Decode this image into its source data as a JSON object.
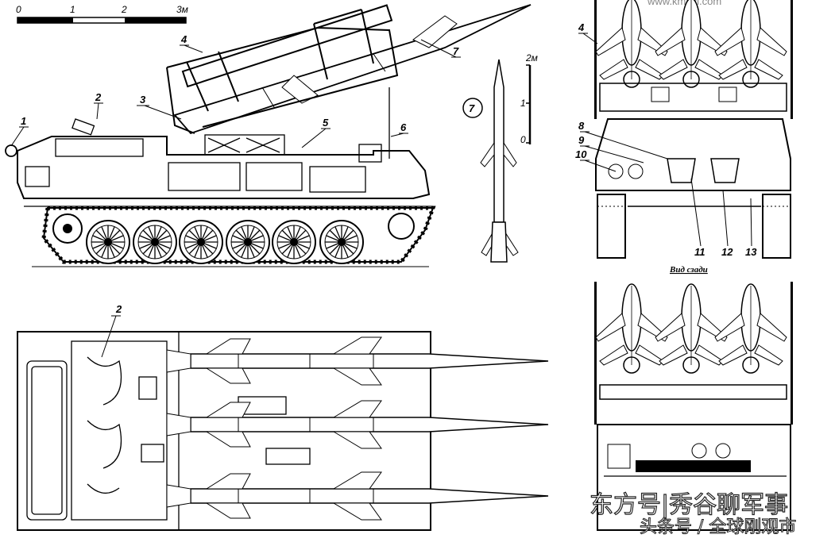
{
  "scale_bar": {
    "ticks": [
      "0",
      "1",
      "2",
      "3м"
    ]
  },
  "missile_scale": {
    "ticks": [
      "2м",
      "1",
      "0"
    ]
  },
  "callouts": {
    "side": [
      "1",
      "2",
      "3",
      "4",
      "5",
      "6",
      "7"
    ],
    "rear": [
      "4",
      "8",
      "9",
      "10",
      "11",
      "12",
      "13"
    ],
    "top": [
      "2"
    ],
    "missile": "7"
  },
  "rear_view_caption": "Вид сзади",
  "website": "www.kmoyi.com",
  "watermark": {
    "line1": "东方号|秀谷聊军事",
    "line2": "头条号 / 全球刚观市"
  }
}
